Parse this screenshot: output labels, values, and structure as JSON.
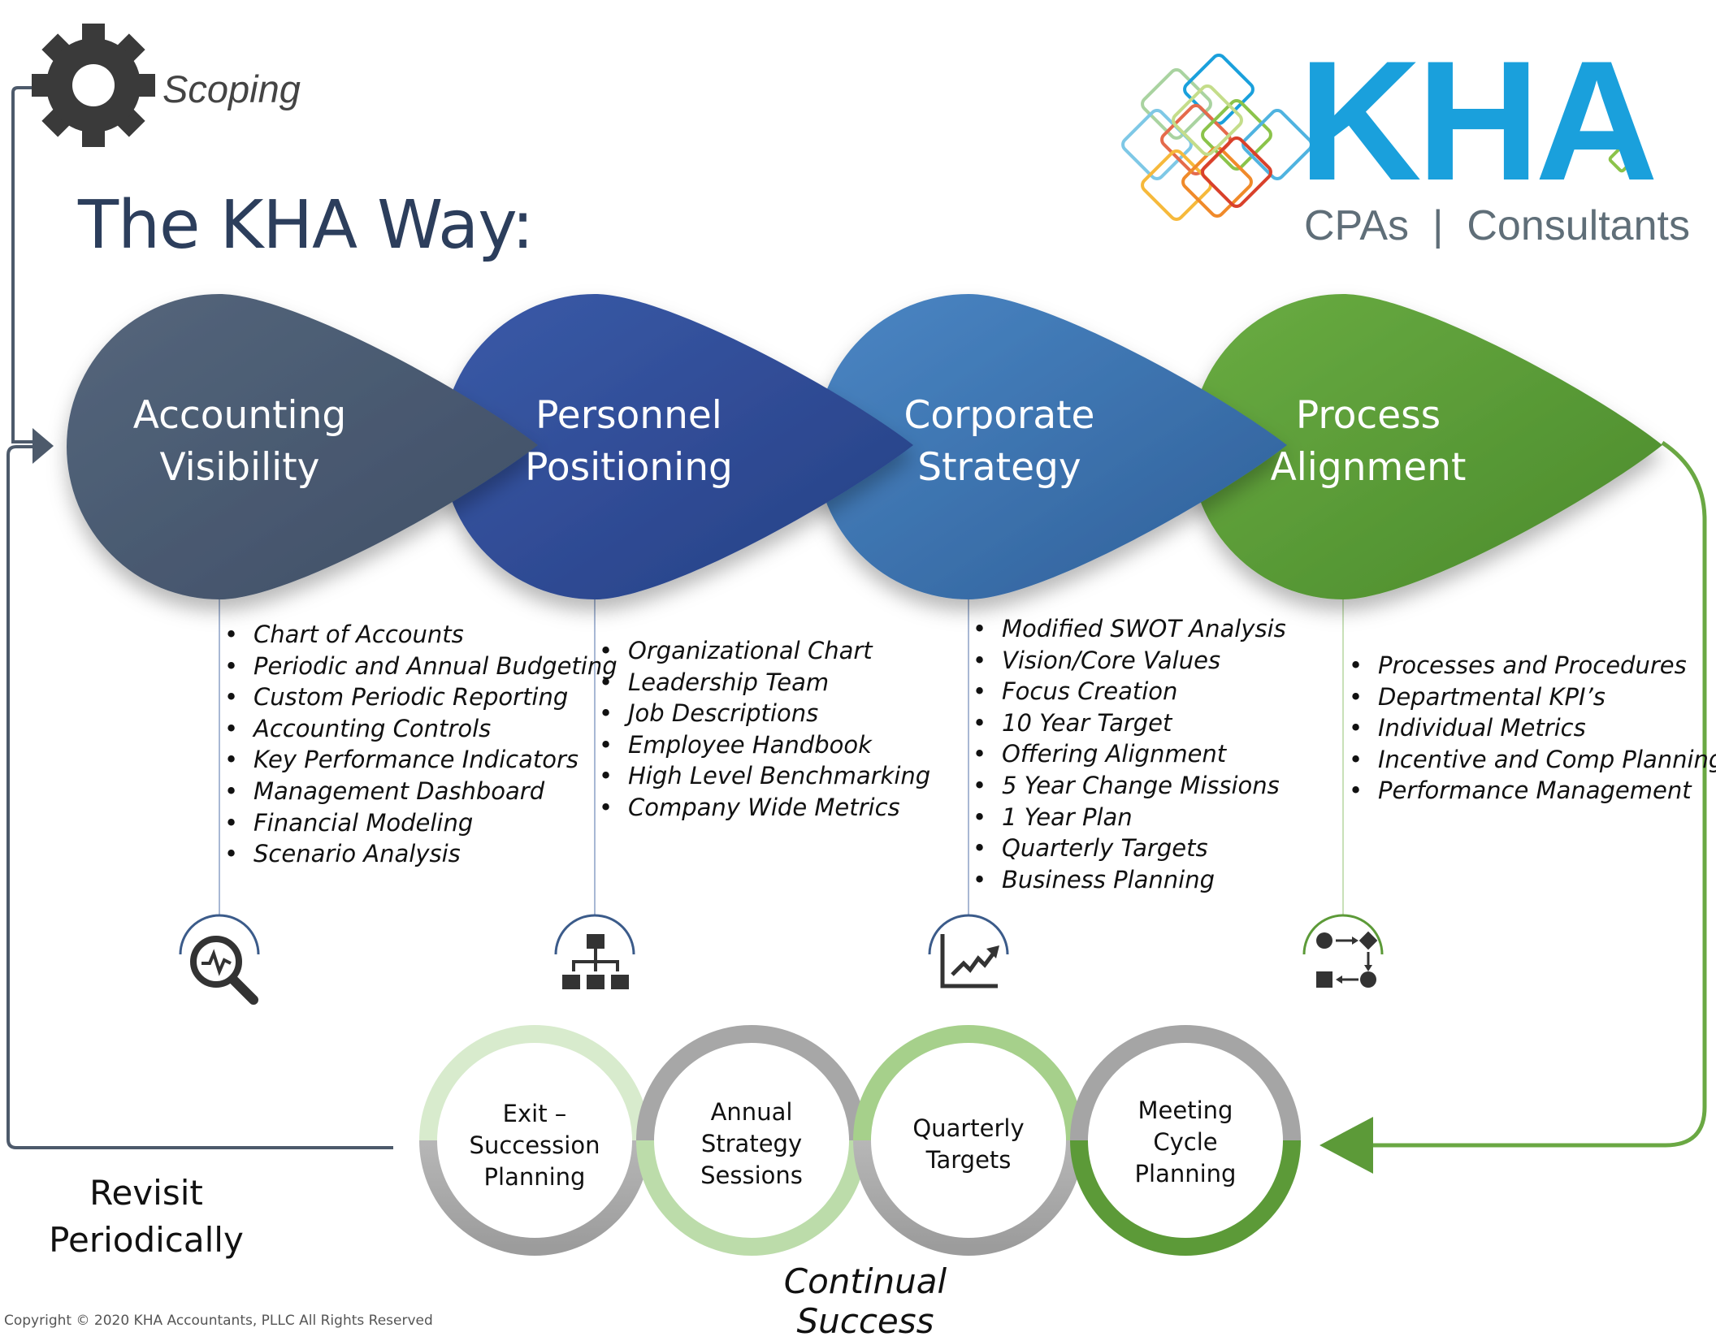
{
  "scoping": {
    "label": "Scoping"
  },
  "title": "The KHA Way:",
  "logo": {
    "main": "KHA",
    "sub": "CPAs  |  Consultants"
  },
  "stages": [
    {
      "line1": "Accounting",
      "line2": "Visibility",
      "color": "#4a5c74",
      "items": [
        "Chart of Accounts",
        "Periodic and Annual Budgeting",
        "Custom Periodic Reporting",
        "Accounting Controls",
        "Key Performance Indicators",
        "Management Dashboard",
        "Financial Modeling",
        "Scenario Analysis"
      ],
      "icon": "analytics-magnifier-icon"
    },
    {
      "line1": "Personnel",
      "line2": "Positioning",
      "color": "#2f4f96",
      "items": [
        "Organizational Chart",
        "Leadership Team",
        "Job Descriptions",
        "Employee Handbook",
        "High Level Benchmarking",
        "Company Wide Metrics"
      ],
      "icon": "org-chart-icon"
    },
    {
      "line1": "Corporate",
      "line2": "Strategy",
      "color": "#3b6fa8",
      "items": [
        "Modified SWOT Analysis",
        "Vision/Core Values",
        "Focus Creation",
        "10 Year Target",
        "Offering Alignment",
        "5 Year Change Missions",
        "1 Year Plan",
        "Quarterly Targets",
        "Business Planning"
      ],
      "icon": "growth-chart-icon"
    },
    {
      "line1": "Process",
      "line2": "Alignment",
      "color": "#5c9a38",
      "items": [
        "Processes and Procedures",
        "Departmental KPI’s",
        "Individual Metrics",
        "Incentive and Comp Planning",
        "Performance Management"
      ],
      "icon": "process-flow-icon"
    }
  ],
  "cycle": [
    {
      "lines": [
        "Exit –",
        "Succession",
        "Planning"
      ]
    },
    {
      "lines": [
        "Annual",
        "Strategy",
        "Sessions"
      ]
    },
    {
      "lines": [
        "Quarterly",
        "Targets"
      ]
    },
    {
      "lines": [
        "Meeting",
        "Cycle",
        "Planning"
      ]
    }
  ],
  "revisit": {
    "line1": "Revisit",
    "line2": "Periodically"
  },
  "continual": "Continual Success",
  "copyright": "Copyright © 2020 KHA Accountants, PLLC All Rights Reserved"
}
